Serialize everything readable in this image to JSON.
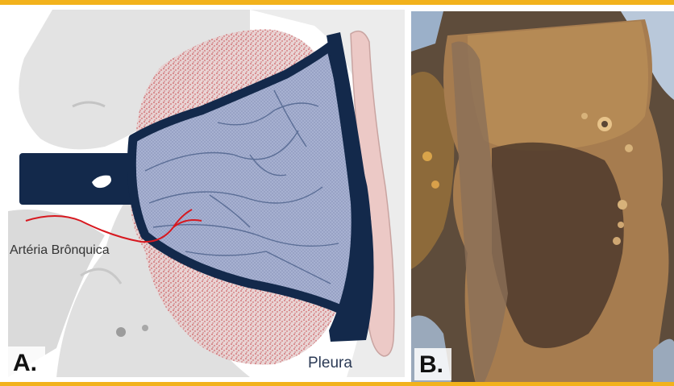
{
  "figure": {
    "panel_a": {
      "tag": "A.",
      "bronchial_artery_label": "Artéria Brônquica",
      "pleura_label": "Pleura"
    },
    "panel_b": {
      "tag": "B."
    }
  },
  "colors": {
    "accent_bar": "#f2b21c",
    "outline_navy": "#13294b",
    "infarct_fill": "#9aa6c8",
    "hemorrhage_red": "#c0272d",
    "pleura_pink": "#ecc9c6"
  }
}
